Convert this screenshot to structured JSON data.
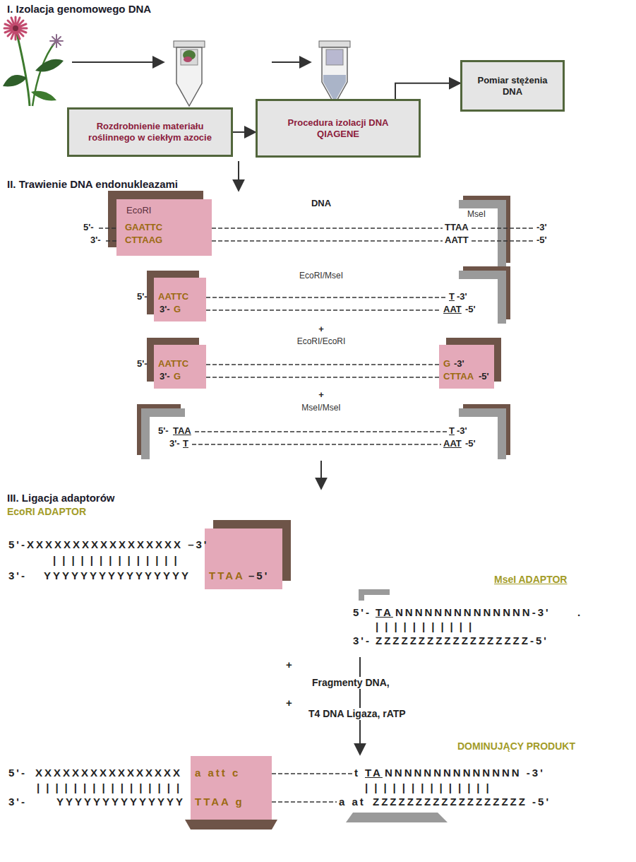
{
  "diagram": {
    "nodes": [
      {
        "text": [
          "Rozdrobnienie materiału roślinnego w ciekłym azocie"
        ]
      },
      {
        "text": [
          "Procedura izolacji DNA QIAGENE"
        ]
      },
      {
        "text": [
          "Pomiar stężenia DNA"
        ]
      },
      {
        "text": [
          "EcoRI",
          "GAATTC",
          "CTTAAG"
        ]
      },
      {
        "text": [
          "AATTC",
          "G"
        ]
      },
      {
        "text": [
          "AATTC",
          "G"
        ]
      },
      {
        "text": [
          "G",
          "CTTAA"
        ]
      },
      {
        "text": [
          "TTAA"
        ]
      },
      {
        "text": [
          "a att c",
          "TTAA g"
        ]
      }
    ],
    "edges": [
      {
        "from": 0,
        "to": 1,
        "arrow": "to"
      },
      {
        "from": 1,
        "to": 2,
        "arrow": "to"
      }
    ],
    "labels": [
      "I. Izolacja genomowego DNA",
      "II. Trawienie DNA endonukleazami",
      "DNA",
      "5'-",
      "TTAA",
      "-3'",
      "3'-",
      "AATT",
      "-5'",
      "MseI",
      "EcoRI/MseI",
      "5'-",
      "T",
      "-3'",
      "3'-",
      "AAT",
      "-5'",
      "+",
      "EcoRI/EcoRI",
      "5'-",
      "-3'",
      "3'-",
      "-5'",
      "+",
      "MseI/MseI",
      "5'-",
      "TAA",
      "T",
      "-3'",
      "3'-",
      "T",
      "AAT",
      "-5'",
      "III. Ligacja adaptorów",
      "EcoRI ADAPTOR",
      "5'-XXXXXXXXXXXXXXXXX –3'",
      "||||||||||||||",
      "3'-",
      "YYYYYYYYYYYYYYYY",
      "–5'",
      "MseI ADAPTOR",
      "5'-",
      "TA",
      "NNNNNNNNNNNNNN-3'",
      ".",
      "|||||||||||",
      "3'-",
      "ZZZZZZZZZZZZZZZZZZ-5'",
      "+",
      "Fragmenty DNA,",
      "+",
      "T4 DNA Ligaza, rATP",
      "DOMINUJĄCY PRODUKT",
      "5'-",
      "XXXXXXXXXXXXXXXX",
      "||||||||||||||||",
      "3'-",
      "YYYYYYYYYYYYYY",
      "t",
      "TA",
      "NNNNNNNNNNNNNN -3'",
      "||||||||||||||",
      "a at",
      "ZZZZZZZZZZZZZZZZZZ -5'"
    ]
  }
}
